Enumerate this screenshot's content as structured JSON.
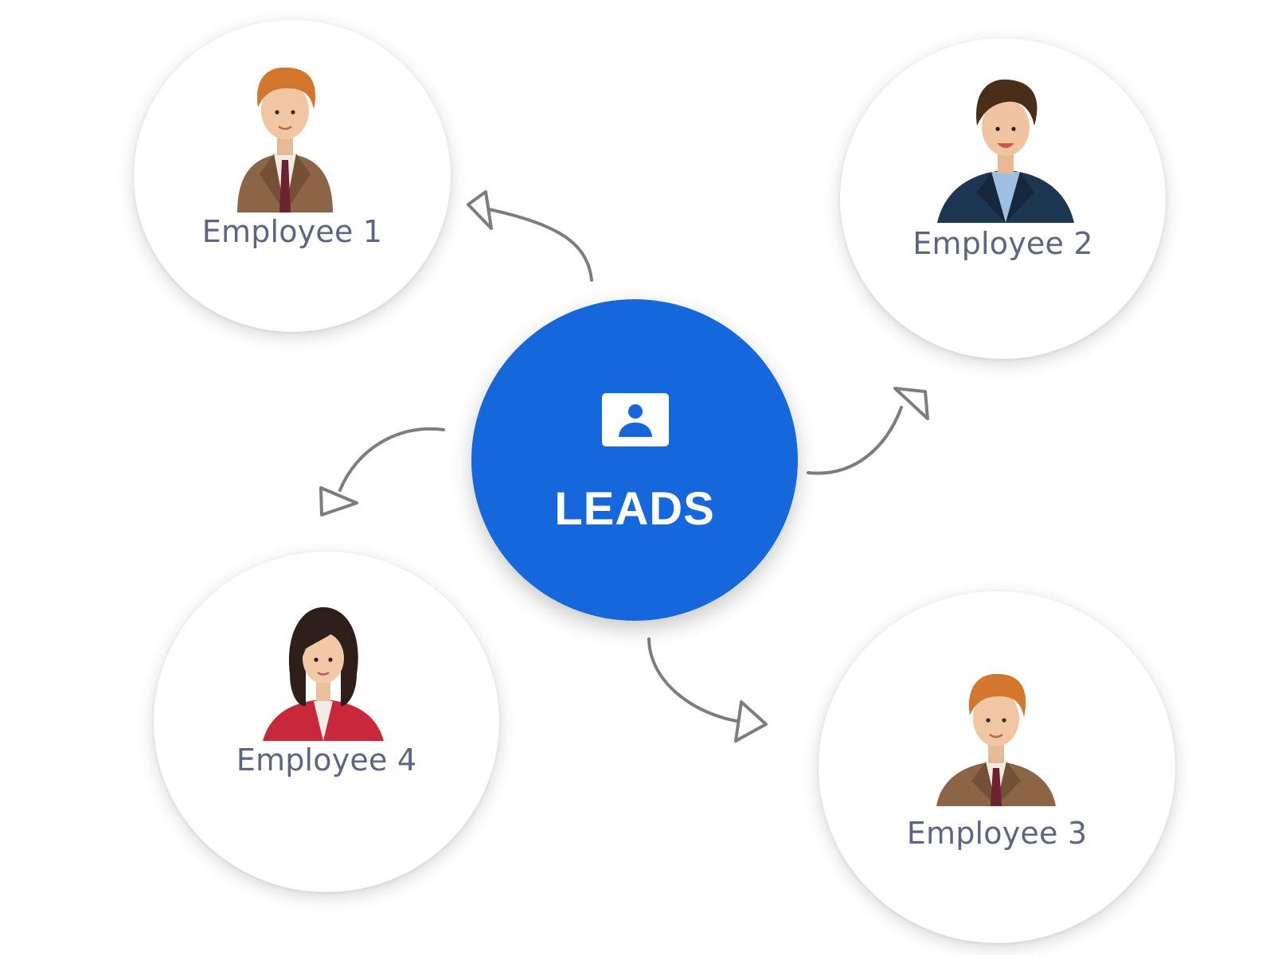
{
  "center": {
    "label": "LEADS",
    "icon": "contact-card-icon",
    "color": "#1667dc"
  },
  "employees": [
    {
      "label": "Employee 1",
      "icon": "man-brown-suit-avatar-icon"
    },
    {
      "label": "Employee 2",
      "icon": "man-navy-suit-avatar-icon"
    },
    {
      "label": "Employee 3",
      "icon": "man-brown-suit-avatar-icon"
    },
    {
      "label": "Employee 4",
      "icon": "woman-red-blazer-avatar-icon"
    }
  ],
  "colors": {
    "label_text": "#5f6580",
    "arrow_stroke": "#7d7d7d"
  }
}
